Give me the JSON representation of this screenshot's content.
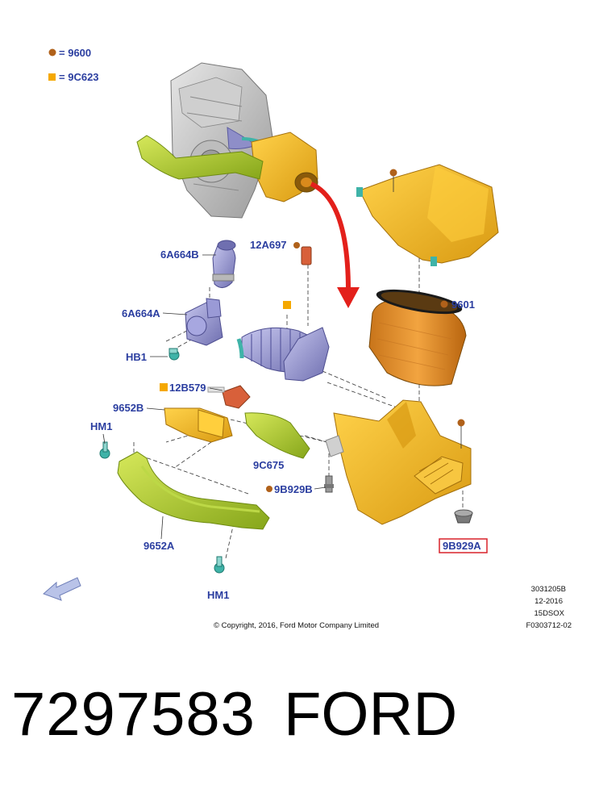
{
  "legend": {
    "dot_item": {
      "symbol": "=",
      "part": "9600"
    },
    "square_item": {
      "symbol": "=",
      "part": "9C623"
    }
  },
  "callouts": {
    "6A664B": "6A664B",
    "12A697": "12A697",
    "6A664A": "6A664A",
    "9601": "9601",
    "HB1": "HB1",
    "12B579": "12B579",
    "9652B": "9652B",
    "HM1_top": "HM1",
    "9C675": "9C675",
    "9B929B": "9B929B",
    "9652A": "9652A",
    "9B929A": "9B929A",
    "HM1_bottom": "HM1"
  },
  "info_block": [
    "3031205B",
    "12-2016",
    "15DSOX",
    "F0303712-02"
  ],
  "copyright": "© Copyright, 2016, Ford Motor Company Limited",
  "part_number": "7297583",
  "brand": "FORD",
  "colors": {
    "label_blue": "#2b3ea0",
    "dot_brown": "#b0611a",
    "square_orange": "#f5a800",
    "housing_yellow": "#f3bd2a",
    "duct_green": "#a8c82a",
    "hose_purple": "#8e8ec8",
    "filter_orange": "#d98a1c",
    "arrow_red": "#e3201b",
    "highlight_red": "#d9222a",
    "clip_teal": "#3fb3a8",
    "sensor_red": "#d8603a"
  }
}
